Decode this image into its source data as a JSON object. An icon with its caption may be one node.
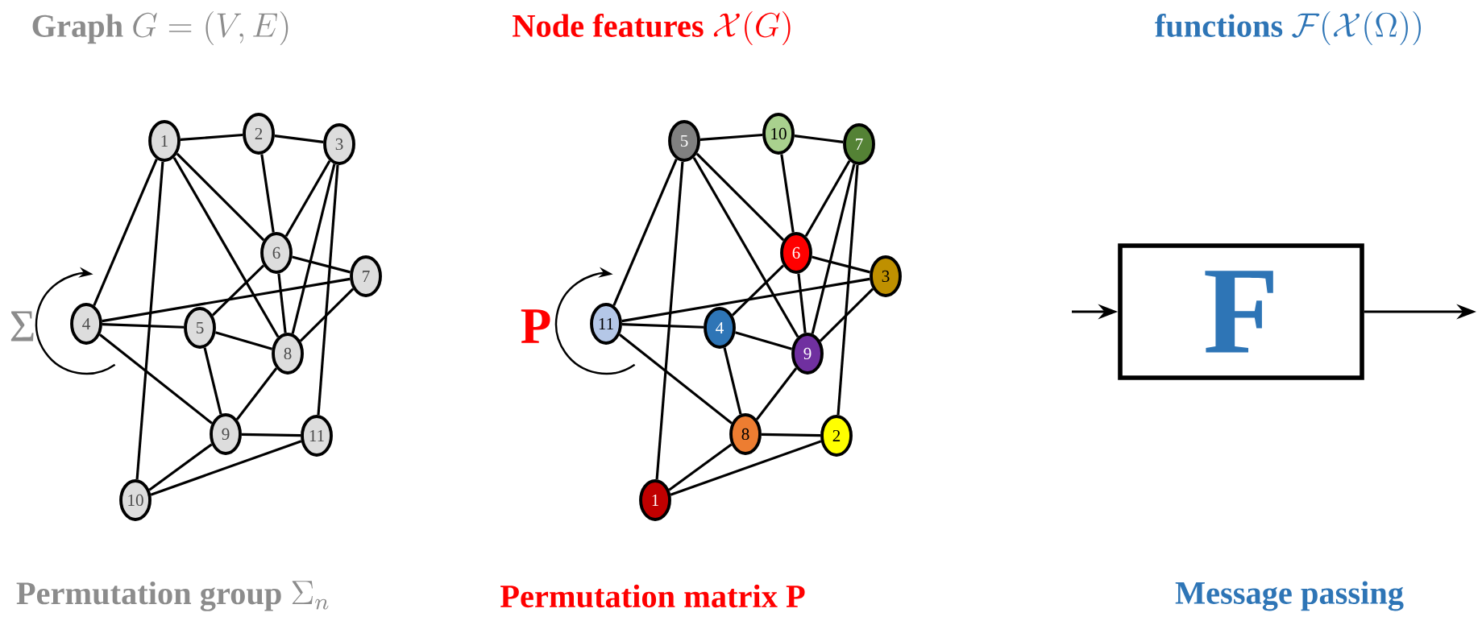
{
  "diagram": {
    "nodes": [
      {
        "text": [
          "1"
        ]
      },
      {
        "text": [
          "2"
        ]
      },
      {
        "text": [
          "3"
        ]
      },
      {
        "text": [
          "4"
        ]
      },
      {
        "text": [
          "5"
        ]
      },
      {
        "text": [
          "6"
        ]
      },
      {
        "text": [
          "7"
        ]
      },
      {
        "text": [
          "8"
        ]
      },
      {
        "text": [
          "9"
        ]
      },
      {
        "text": [
          "10"
        ]
      },
      {
        "text": [
          "11"
        ]
      },
      {
        "text": [
          "5"
        ]
      },
      {
        "text": [
          "10"
        ]
      },
      {
        "text": [
          "7"
        ]
      },
      {
        "text": [
          "11"
        ]
      },
      {
        "text": [
          "4"
        ]
      },
      {
        "text": [
          "6"
        ]
      },
      {
        "text": [
          "3"
        ]
      },
      {
        "text": [
          "9"
        ]
      },
      {
        "text": [
          "8"
        ]
      },
      {
        "text": [
          "1"
        ]
      },
      {
        "text": [
          "2"
        ]
      },
      {
        "text": [
          "F"
        ]
      }
    ],
    "edges": [
      {
        "from": 0,
        "to": 1,
        "arrow": "none"
      },
      {
        "from": 1,
        "to": 2,
        "arrow": "none"
      },
      {
        "from": 0,
        "to": 3,
        "arrow": "none"
      },
      {
        "from": 0,
        "to": 9,
        "arrow": "none"
      },
      {
        "from": 0,
        "to": 5,
        "arrow": "none"
      },
      {
        "from": 0,
        "to": 7,
        "arrow": "none"
      },
      {
        "from": 1,
        "to": 5,
        "arrow": "none"
      },
      {
        "from": 2,
        "to": 5,
        "arrow": "none"
      },
      {
        "from": 2,
        "to": 7,
        "arrow": "none"
      },
      {
        "from": 2,
        "to": 10,
        "arrow": "none"
      },
      {
        "from": 5,
        "to": 6,
        "arrow": "none"
      },
      {
        "from": 5,
        "to": 4,
        "arrow": "none"
      },
      {
        "from": 5,
        "to": 7,
        "arrow": "none"
      },
      {
        "from": 3,
        "to": 6,
        "arrow": "none"
      },
      {
        "from": 3,
        "to": 4,
        "arrow": "none"
      },
      {
        "from": 4,
        "to": 7,
        "arrow": "none"
      },
      {
        "from": 4,
        "to": 8,
        "arrow": "none"
      },
      {
        "from": 6,
        "to": 7,
        "arrow": "none"
      },
      {
        "from": 3,
        "to": 8,
        "arrow": "none"
      },
      {
        "from": 7,
        "to": 8,
        "arrow": "none"
      },
      {
        "from": 8,
        "to": 10,
        "arrow": "none"
      },
      {
        "from": 8,
        "to": 9,
        "arrow": "none"
      },
      {
        "from": 9,
        "to": 10,
        "arrow": "none"
      },
      {
        "from": 11,
        "to": 12,
        "arrow": "none"
      },
      {
        "from": 12,
        "to": 13,
        "arrow": "none"
      },
      {
        "from": 11,
        "to": 14,
        "arrow": "none"
      },
      {
        "from": 11,
        "to": 20,
        "arrow": "none"
      },
      {
        "from": 11,
        "to": 16,
        "arrow": "none"
      },
      {
        "from": 11,
        "to": 18,
        "arrow": "none"
      },
      {
        "from": 12,
        "to": 16,
        "arrow": "none"
      },
      {
        "from": 13,
        "to": 16,
        "arrow": "none"
      },
      {
        "from": 13,
        "to": 18,
        "arrow": "none"
      },
      {
        "from": 13,
        "to": 21,
        "arrow": "none"
      },
      {
        "from": 16,
        "to": 17,
        "arrow": "none"
      },
      {
        "from": 16,
        "to": 15,
        "arrow": "none"
      },
      {
        "from": 16,
        "to": 18,
        "arrow": "none"
      },
      {
        "from": 14,
        "to": 17,
        "arrow": "none"
      },
      {
        "from": 14,
        "to": 15,
        "arrow": "none"
      },
      {
        "from": 15,
        "to": 18,
        "arrow": "none"
      },
      {
        "from": 15,
        "to": 19,
        "arrow": "none"
      },
      {
        "from": 17,
        "to": 18,
        "arrow": "none"
      },
      {
        "from": 14,
        "to": 19,
        "arrow": "none"
      },
      {
        "from": 18,
        "to": 19,
        "arrow": "none"
      },
      {
        "from": 19,
        "to": 21,
        "arrow": "none"
      },
      {
        "from": 19,
        "to": 20,
        "arrow": "none"
      },
      {
        "from": 20,
        "to": 21,
        "arrow": "none"
      },
      {
        "from": null,
        "to": 22,
        "arrow": "to"
      },
      {
        "from": 22,
        "to": null,
        "arrow": "to"
      }
    ],
    "labels": [
      "Graph",
      "G = (V, E)",
      "Node features",
      "\\mathcal{X}(G)",
      "functions",
      "\\mathcal{F}\\big(\\mathcal{X}(\\Omega)\\big)",
      "Σ",
      "P",
      "Permutation group",
      "\\Sigma_n",
      "Permutation matrix P",
      "Message passing"
    ]
  }
}
